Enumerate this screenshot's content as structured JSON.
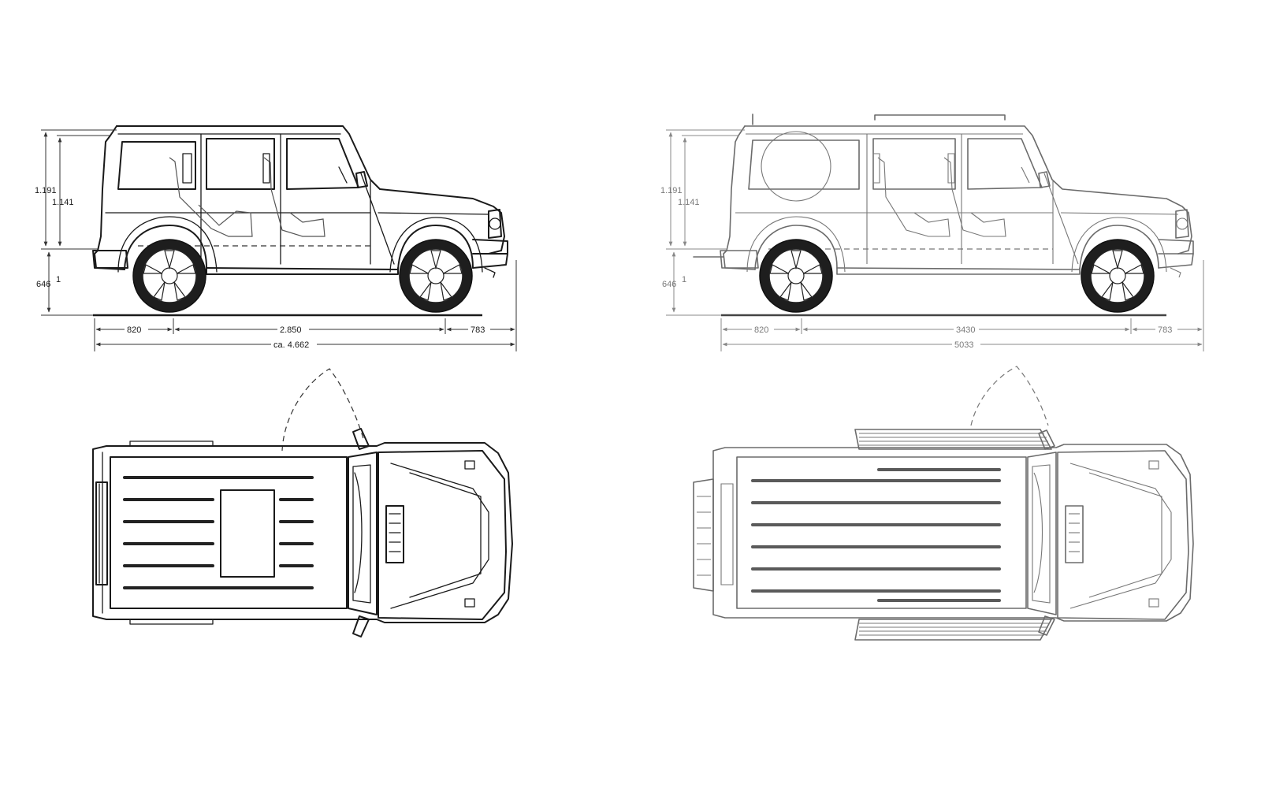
{
  "colors": {
    "ink": "#1a1a1a",
    "grey_ink": "#6b6b6b",
    "background": "#ffffff"
  },
  "standard_vehicle": {
    "side_view": {
      "height_total": "1.191",
      "height_body": "1.141",
      "ground_clearance": "646",
      "ground_clearance_note": "1",
      "front_overhang": "820",
      "wheelbase": "2.850",
      "rear_overhang": "783",
      "overall_length": "ca. 4.662"
    }
  },
  "long_vehicle": {
    "side_view": {
      "height_total": "1.191",
      "height_body": "1.141",
      "ground_clearance": "646",
      "ground_clearance_note": "1",
      "front_overhang": "820",
      "wheelbase": "3430",
      "rear_overhang": "783",
      "overall_length": "5033"
    }
  }
}
